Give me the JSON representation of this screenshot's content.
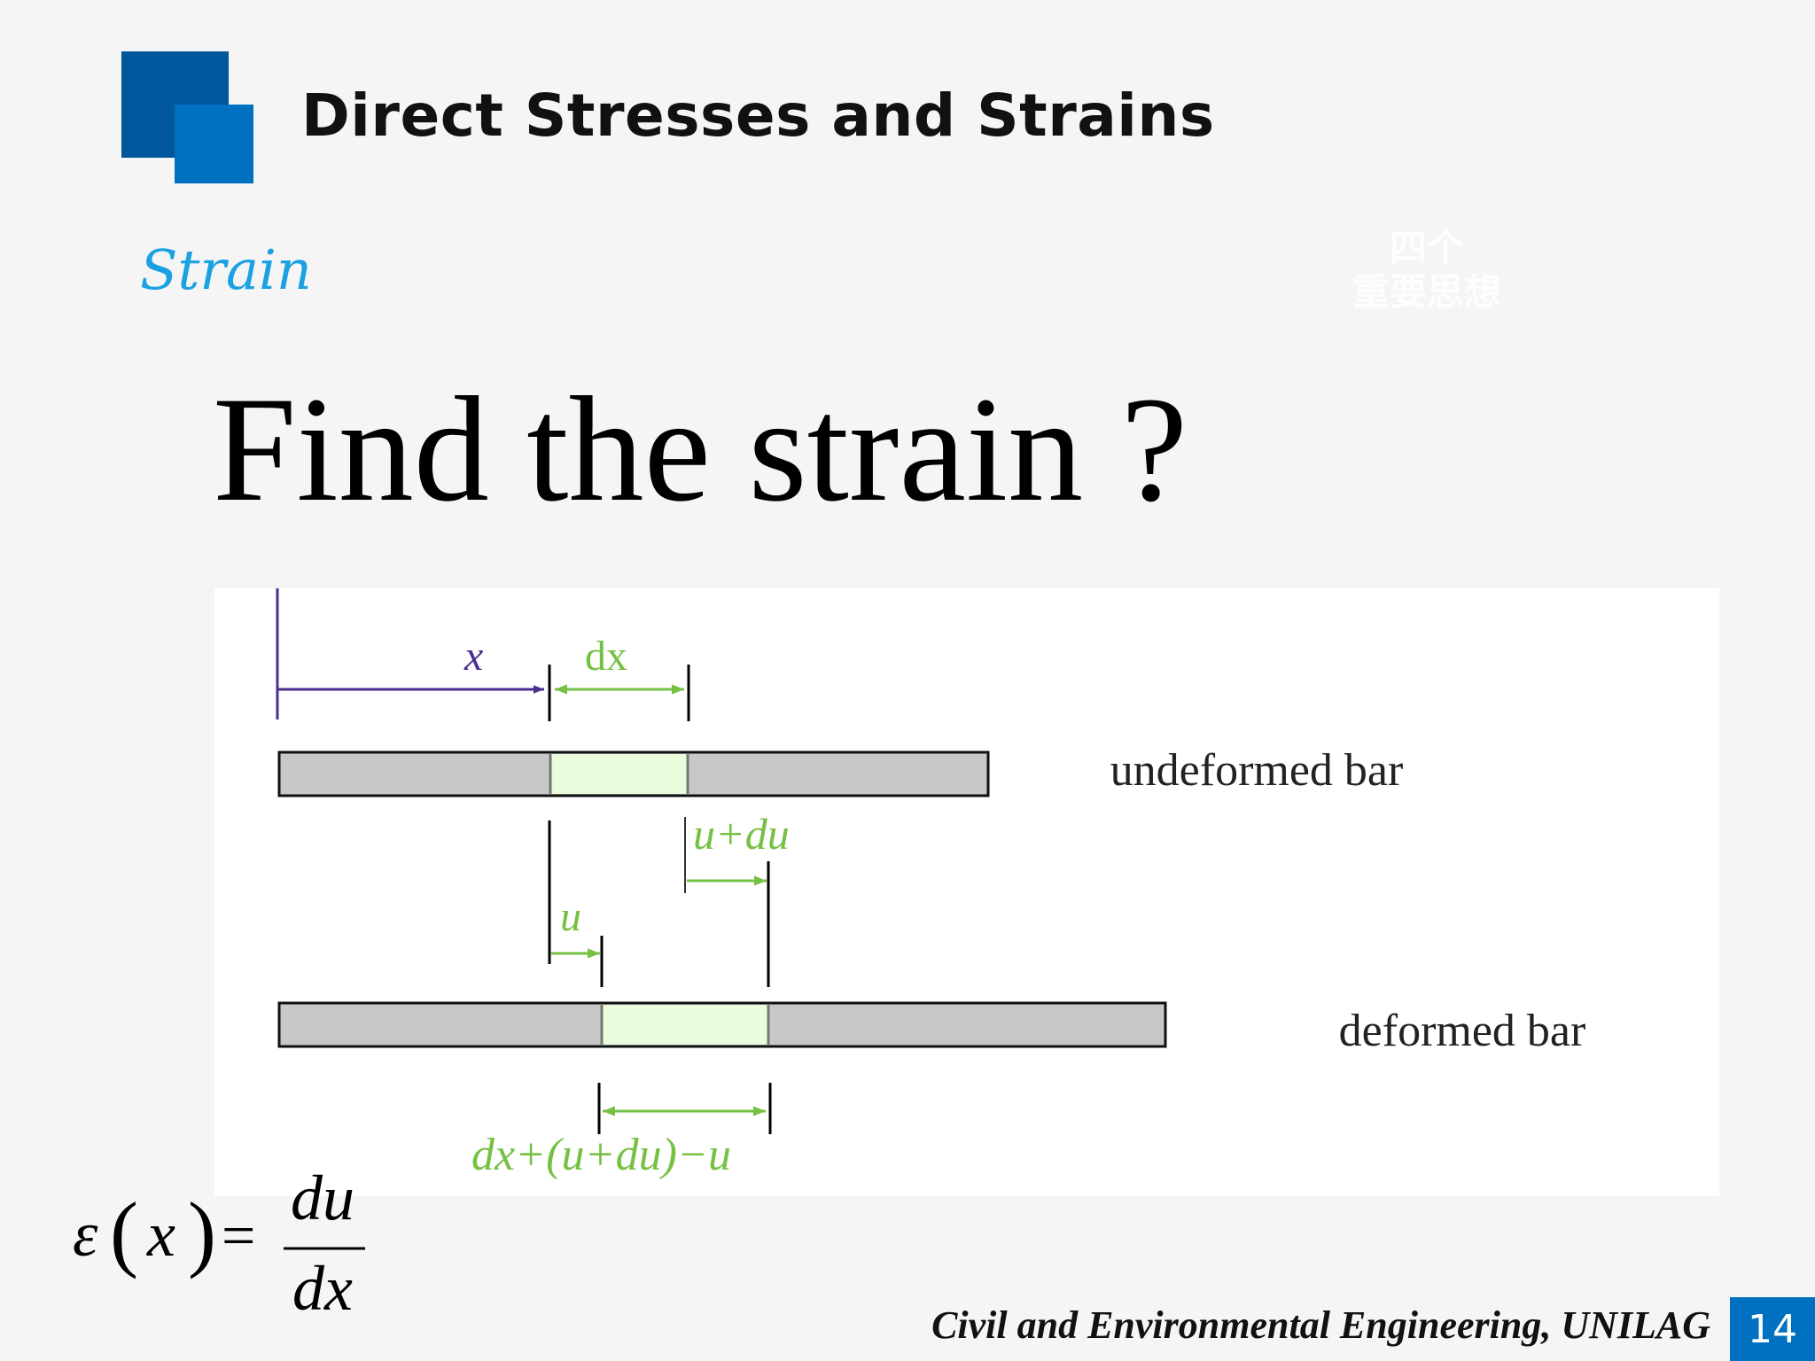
{
  "slide": {
    "title": "Direct Stresses and Strains",
    "section": "Strain",
    "watermark_line1": "四个",
    "watermark_line2": "重要思想",
    "headline": "Find the strain ?",
    "footer": "Civil and Environmental Engineering, UNILAG",
    "page_number": "14"
  },
  "figure": {
    "label_x": "x",
    "label_dx": "dx",
    "label_undeformed": "undeformed bar",
    "label_u_plus_du": "u+du",
    "label_u": "u",
    "label_deformed": "deformed bar",
    "label_deformed_length": "dx+(u+du)−u"
  },
  "formula": {
    "lhs_symbol": "ε",
    "lhs_open": "(",
    "lhs_var": "x",
    "lhs_close": ")",
    "equals": "=",
    "numerator": "du",
    "denominator": "dx"
  },
  "colors": {
    "brand_dark": "#01579b",
    "brand": "#0070c0",
    "section": "#1ba1e2",
    "figure_green": "#76c043",
    "figure_purple": "#4b2e8f",
    "bar_gray": "#c8c8c8",
    "element_fill": "#e9fcdc"
  }
}
